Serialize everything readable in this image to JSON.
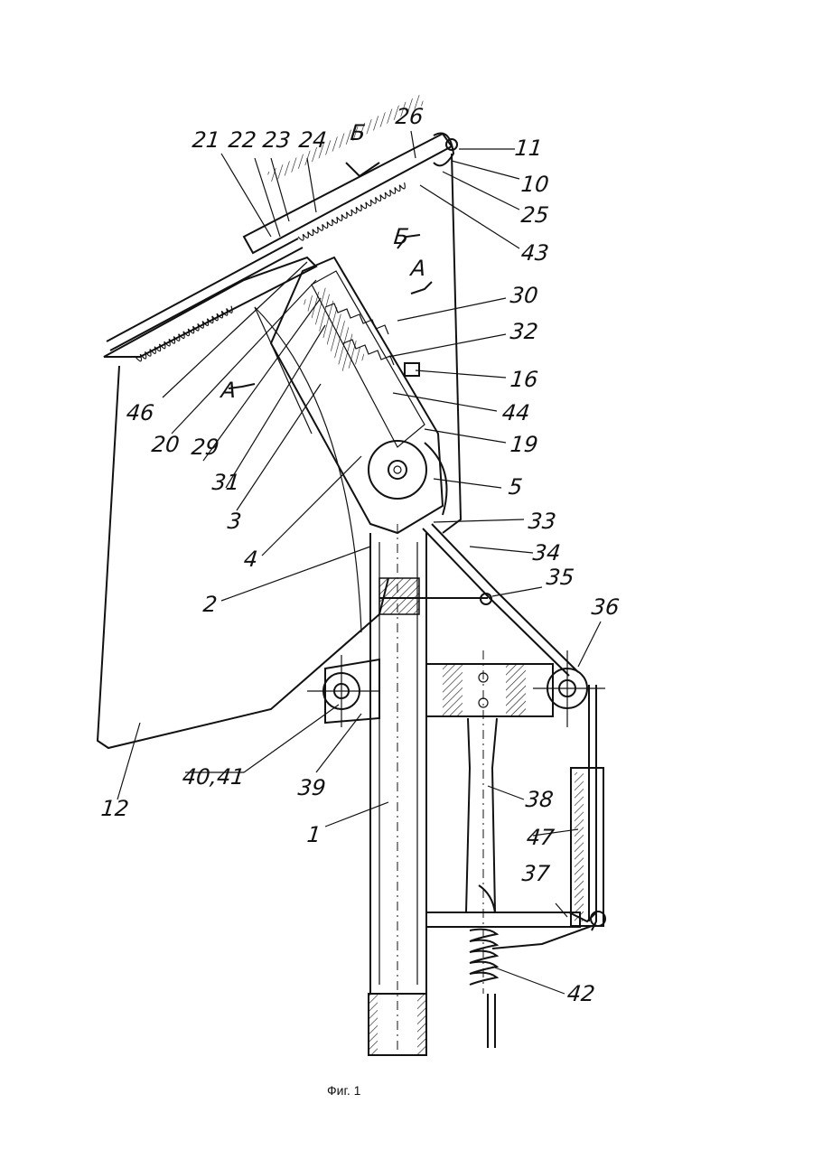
{
  "figure": {
    "caption": "Фиг. 1",
    "labels": {
      "l21": "21",
      "l22": "22",
      "l23": "23",
      "l24": "24",
      "lB1": "Б",
      "l26": "26",
      "l11": "11",
      "l10": "10",
      "l25": "25",
      "l43": "43",
      "lB2": "Б",
      "lA1": "A",
      "l30": "30",
      "l32": "32",
      "l16": "16",
      "lA2": "A",
      "l44": "44",
      "l19": "19",
      "l46": "46",
      "l20": "20",
      "l29": "29",
      "l31": "31",
      "l5": "5",
      "l3": "3",
      "l33": "33",
      "l4": "4",
      "l34": "34",
      "l35": "35",
      "l2": "2",
      "l36": "36",
      "l40": "40,41",
      "l39": "39",
      "l12": "12",
      "l38": "38",
      "l1": "1",
      "l47": "47",
      "l37": "37",
      "l42": "42"
    }
  }
}
